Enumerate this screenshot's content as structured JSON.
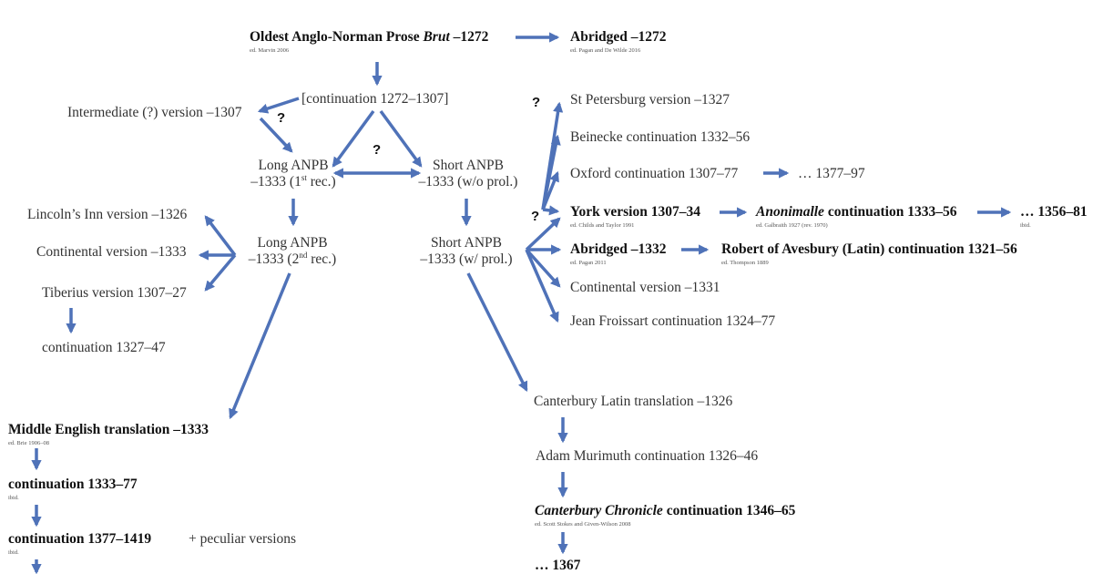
{
  "nodes": {
    "oldest_a": "Oldest Anglo-Norman Prose ",
    "oldest_b": "Brut",
    "oldest_c": " –1272",
    "oldest_ed": "ed. Marvin 2006",
    "abridged1272": "Abridged –1272",
    "abridged1272_ed": "ed. Pagan and De Wilde 2016",
    "cont1272": "[continuation 1272–1307]",
    "intermediate": "Intermediate (?) version –1307",
    "long1_a": "Long ANPB",
    "long1_b": "–1333 (1",
    "long1_sup": "st",
    "long1_c": " rec.)",
    "short1_a": "Short ANPB",
    "short1_b": "–1333 (w/o prol.)",
    "long2_a": "Long ANPB",
    "long2_b": "–1333 (2",
    "long2_sup": "nd",
    "long2_c": " rec.)",
    "short2_a": "Short ANPB",
    "short2_b": "–1333 (w/ prol.)",
    "lincoln": "Lincoln’s Inn version –1326",
    "continental1333": "Continental version –1333",
    "tiberius": "Tiberius version 1307–27",
    "cont1327": "continuation 1327–47",
    "stpetersburg": "St Petersburg version –1327",
    "beinecke": "Beinecke continuation 1332–56",
    "oxford": "Oxford continuation 1307–77",
    "oxford_cont": "… 1377–97",
    "york": "York version 1307–34",
    "york_ed": "ed. Childs and Taylor 1991",
    "anon_a": "Anonimalle",
    "anon_b": " continuation 1333–56",
    "anon_ed": "ed. Galbraith 1927 (rev. 1970)",
    "anon_cont": "… 1356–81",
    "anon_cont_ed": "ibid.",
    "abridged1332": "Abridged –1332",
    "abridged1332_ed": "ed. Pagan 2011",
    "avesbury": "Robert of Avesbury (Latin) continuation 1321–56",
    "avesbury_ed": "ed. Thompson 1889",
    "continental1331": "Continental version –1331",
    "froissart": "Jean Froissart continuation 1324–77",
    "middle_english": "Middle English translation –1333",
    "middle_english_ed": "ed. Brie 1906–08",
    "me_cont1": "continuation 1333–77",
    "me_cont1_ed": "ibid.",
    "me_cont2": "continuation 1377–1419",
    "me_cont2_ed": "ibid.",
    "peculiar": "+ peculiar versions",
    "canterbury_latin": "Canterbury Latin translation –1326",
    "murimuth": "Adam Murimuth continuation 1326–46",
    "cc_a": "Canterbury Chronicle",
    "cc_b": " continuation 1346–65",
    "cc_ed": "ed. Scott Stokes and Given-Wilson 2008",
    "end1367": "… 1367",
    "q": "?"
  },
  "colors": {
    "arrow": "#4f72b8",
    "text": "#333333",
    "bold": "#111111"
  }
}
